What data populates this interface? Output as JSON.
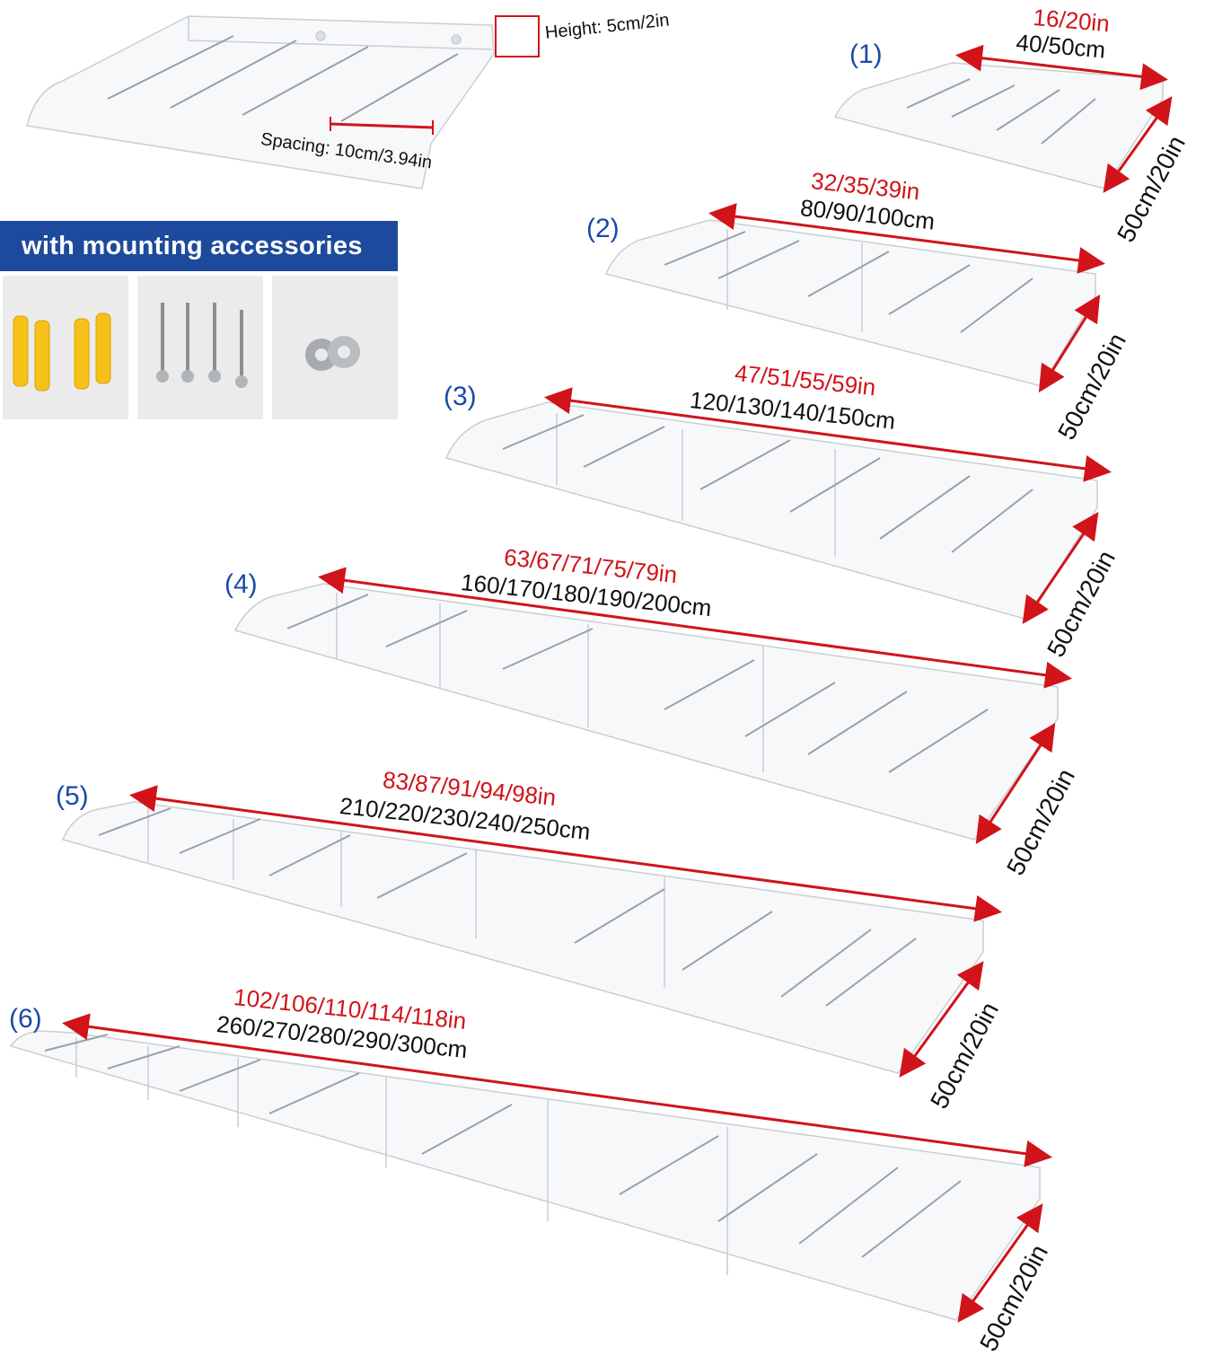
{
  "top_detail": {
    "height_label": "Height: 5cm/2in",
    "spacing_label": "Spacing: 10cm/3.94in"
  },
  "accessories": {
    "banner": "with mounting accessories",
    "items": [
      "yellow-wall-plugs",
      "screws",
      "washers"
    ]
  },
  "colors": {
    "red": "#d0141a",
    "blue": "#1a4aa8",
    "banner": "#1d4a9c"
  },
  "sizes": [
    {
      "index": "(1)",
      "inches": "16/20in",
      "cm": "40/50cm",
      "depth": "50cm/20in"
    },
    {
      "index": "(2)",
      "inches": "32/35/39in",
      "cm": "80/90/100cm",
      "depth": "50cm/20in"
    },
    {
      "index": "(3)",
      "inches": "47/51/55/59in",
      "cm": "120/130/140/150cm",
      "depth": "50cm/20in"
    },
    {
      "index": "(4)",
      "inches": "63/67/71/75/79in",
      "cm": "160/170/180/190/200cm",
      "depth": "50cm/20in"
    },
    {
      "index": "(5)",
      "inches": "83/87/91/94/98in",
      "cm": "210/220/230/240/250cm",
      "depth": "50cm/20in"
    },
    {
      "index": "(6)",
      "inches": "102/106/110/114/118in",
      "cm": "260/270/280/290/300cm",
      "depth": "50cm/20in"
    }
  ]
}
